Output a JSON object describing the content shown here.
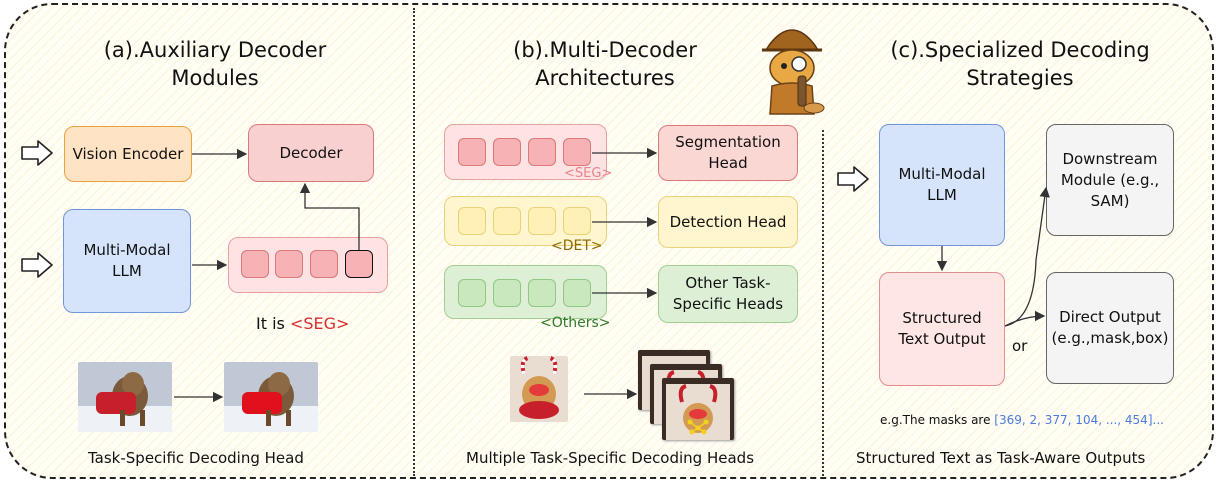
{
  "panel_a": {
    "title_line1": "(a).Auxiliary Decoder",
    "title_line2": "Modules",
    "vision_encoder": "Vision Encoder",
    "decoder": "Decoder",
    "mllm_line1": "Multi-Modal",
    "mllm_line2": "LLM",
    "it_is": "It is ",
    "seg_token": "<SEG>",
    "caption": "Task-Specific Decoding Head"
  },
  "panel_b": {
    "title_line1": "(b).Multi-Decoder",
    "title_line2": "Architectures",
    "seg_tag": "<SEG>",
    "det_tag": "<DET>",
    "others_tag": "<Others>",
    "seg_head_line1": "Segmentation",
    "seg_head_line2": "Head",
    "det_head": "Detection Head",
    "other_head_line1": "Other Task-",
    "other_head_line2": "Specific Heads",
    "caption": "Multiple Task-Specific Decoding Heads"
  },
  "panel_c": {
    "title_line1": "(c).Specialized Decoding",
    "title_line2": "Strategies",
    "mllm_line1": "Multi-Modal",
    "mllm_line2": "LLM",
    "downstream_line1": "Downstream",
    "downstream_line2": "Module (e.g.,",
    "downstream_line3": "SAM)",
    "structured_line1": "Structured",
    "structured_line2": "Text Output",
    "or": "or",
    "direct_line1": "Direct Output",
    "direct_line2": "(e.g.,mask,box)",
    "example_prefix": "e.g.The masks are ",
    "example_values": "[369, 2, 377, 104, ..., 454]...",
    "caption": "Structured Text as Task-Aware Outputs"
  },
  "colors": {
    "seg_red": "#d62d2d",
    "seg_tag_pink": "#e8848a",
    "det_tag": "#8a6a00",
    "others_green": "#2f7a2a",
    "example_blue": "#4a7be0"
  },
  "icons": [
    "input-arrow-icon",
    "detective-mascot-icon",
    "dog-photo",
    "reindeer-dog-photo"
  ]
}
